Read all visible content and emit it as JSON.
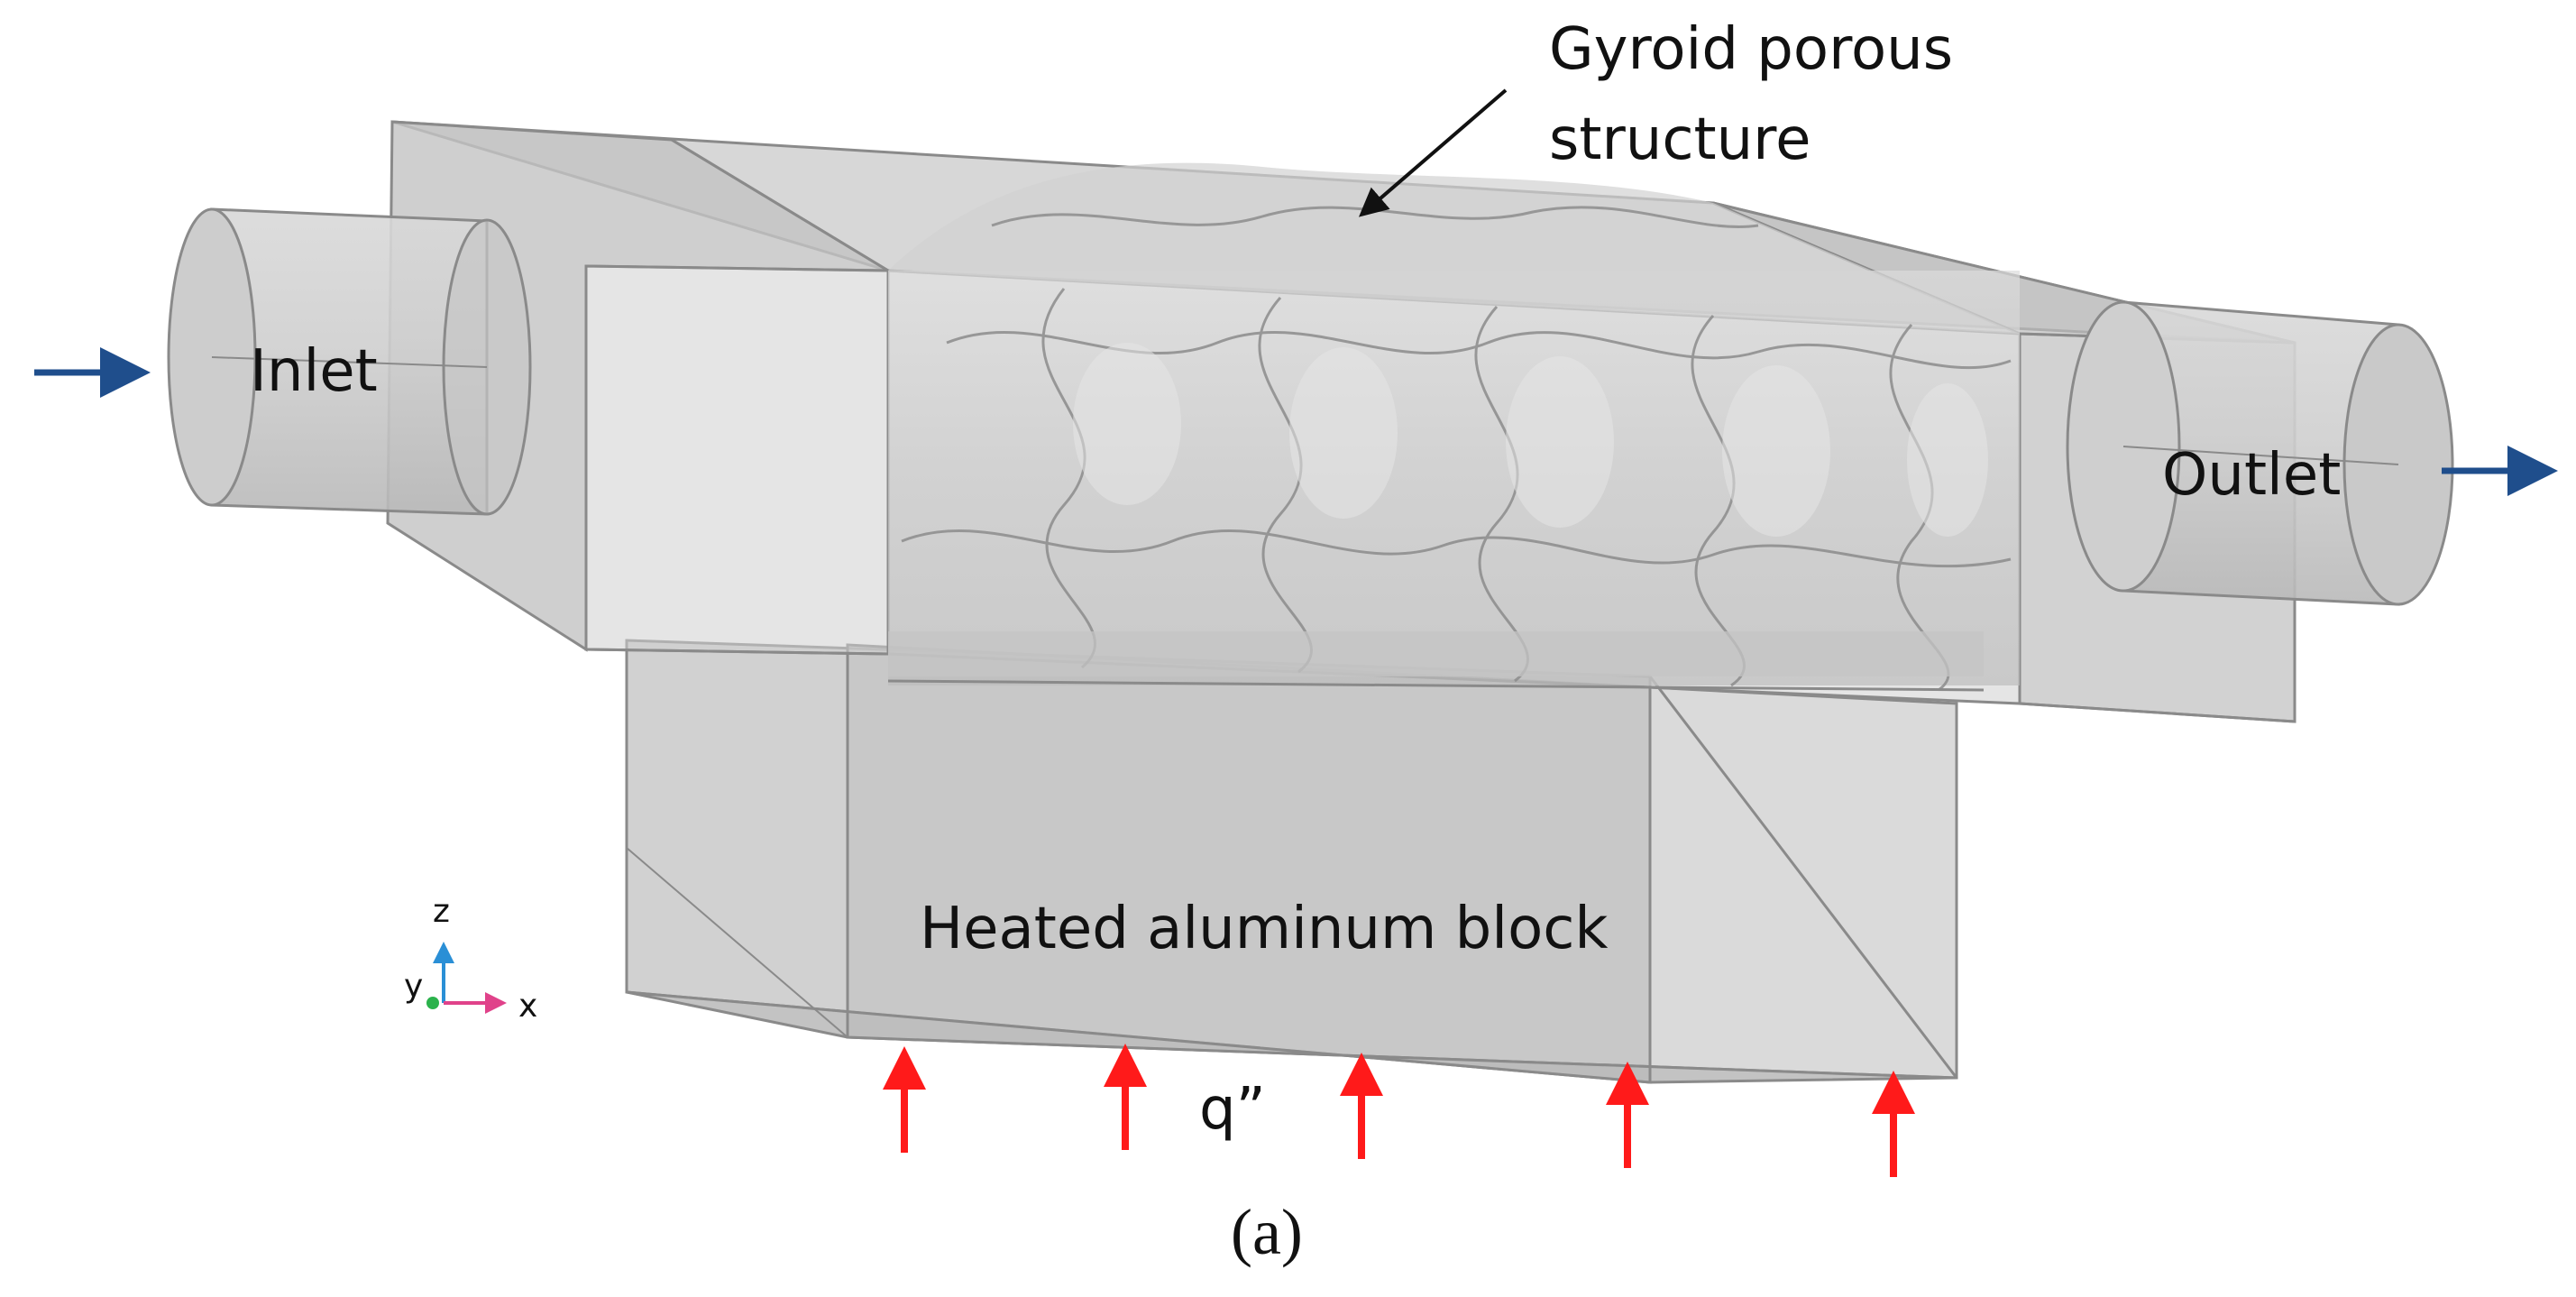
{
  "labels": {
    "gyroid_line1": "Gyroid porous",
    "gyroid_line2": "structure",
    "inlet": "Inlet",
    "outlet": "Outlet",
    "heated_block": "Heated aluminum block",
    "heat_flux": "q”",
    "caption": "(a)"
  },
  "axes": {
    "z": "z",
    "y": "y",
    "x": "x"
  },
  "colors": {
    "flow_arrow": "#1f4e8c",
    "heat_arrow": "#ff1a1a",
    "body_gray": "#c6c6c6",
    "edge_gray": "#8a8a8a",
    "axis_z": "#2a8fd6",
    "axis_x": "#e0428a",
    "axis_y": "#2bb24c"
  }
}
